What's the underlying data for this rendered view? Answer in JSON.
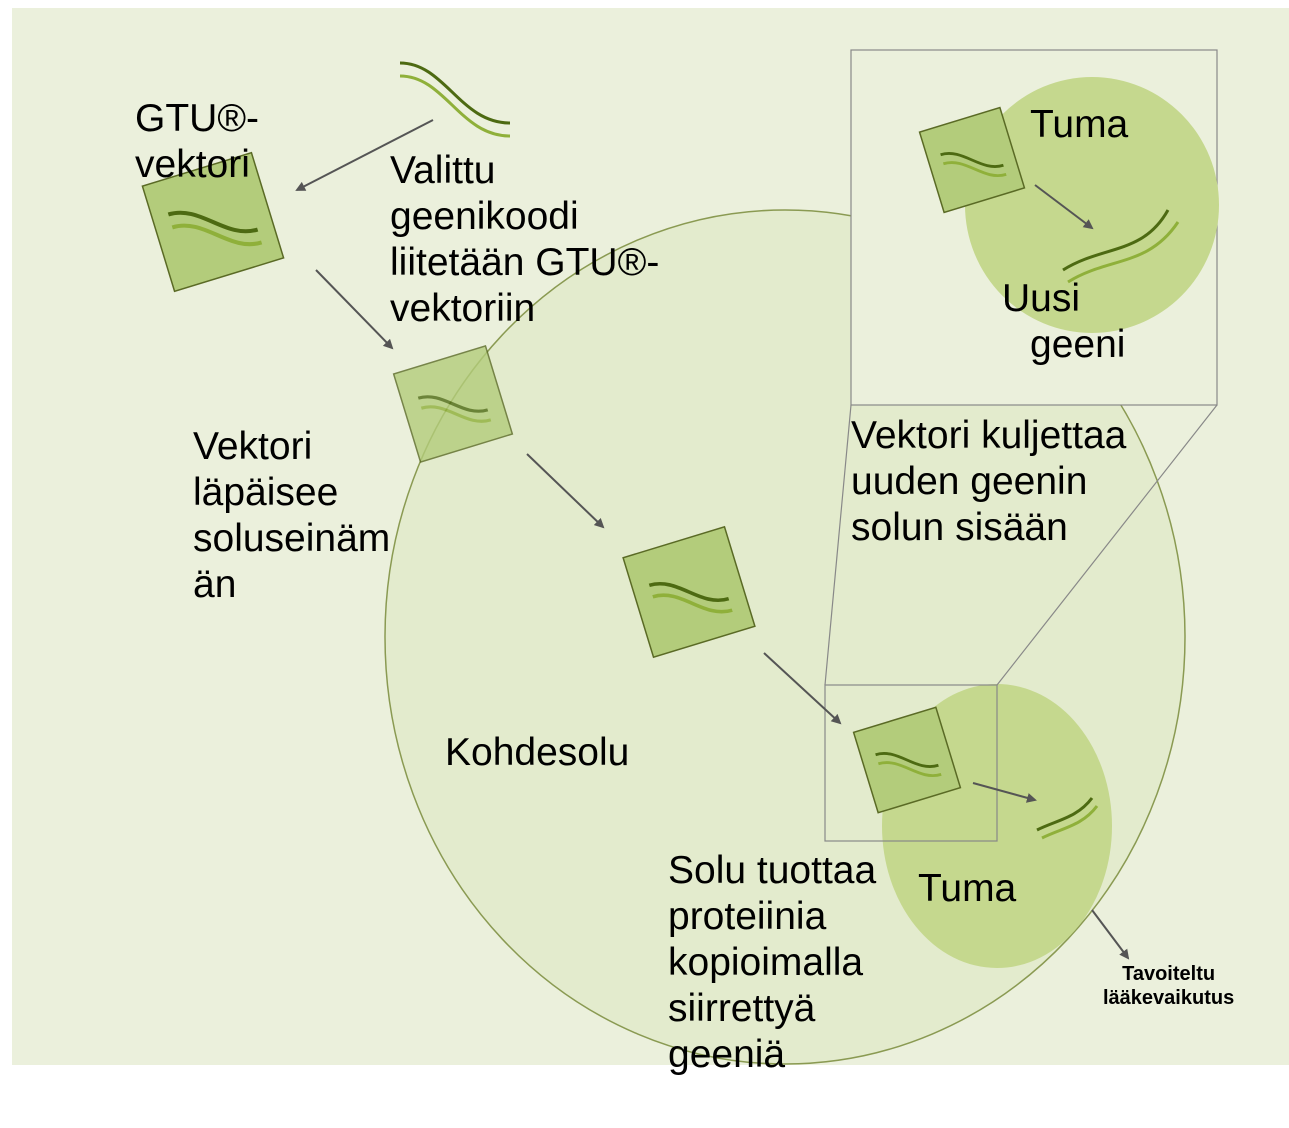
{
  "colors": {
    "panel_bg": "#ebf0dc",
    "cell_fill": "#e3ebcd",
    "cell_stroke": "#8a9a52",
    "nucleus_fill": "#c5d88e",
    "vector_fill": "#b3cc7b",
    "vector_stroke": "#5a6a25",
    "strand_dark": "#4d6a12",
    "strand_light": "#8fb03a",
    "arrow": "#555555",
    "zoom_box": "#888888"
  },
  "icons": {
    "gene_strand": "gene-strand-icon",
    "vector": "vector-square-icon",
    "arrow": "arrow-icon"
  },
  "labels": {
    "gtu_vector": [
      "GTU®-",
      "vektori"
    ],
    "selected_gene": [
      "Valittu",
      "geenikoodi",
      "liitetään GTU®-",
      "vektoriin"
    ],
    "penetrates": [
      "Vektori",
      "läpäisee",
      "soluseinäm",
      "än"
    ],
    "target_cell": "Kohdesolu",
    "nucleus_main": "Tuma",
    "nucleus_zoom": "Tuma",
    "new_gene": [
      "Uusi",
      "geeni"
    ],
    "transports": [
      "Vektori kuljettaa",
      "uuden geenin",
      "solun sisään"
    ],
    "produces": [
      "Solu tuottaa",
      "proteiinia",
      "kopioimalla",
      "siirrettyä",
      "geeniä"
    ],
    "drug_effect": [
      "Tavoiteltu",
      "lääkevaikutus"
    ]
  }
}
